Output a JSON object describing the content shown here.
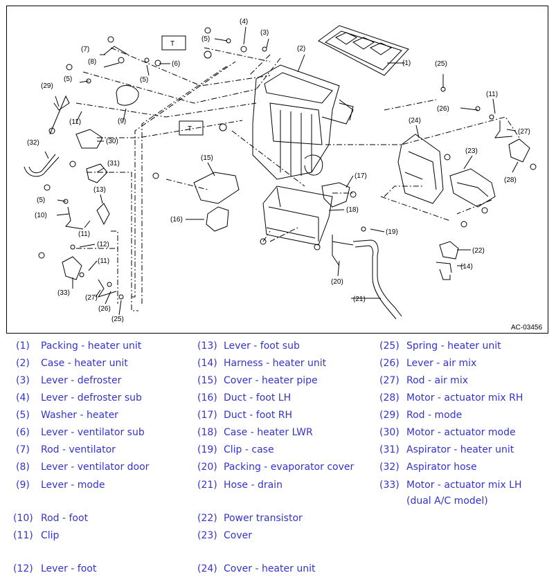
{
  "diagram": {
    "image_code": "AC-03456",
    "torque_tags": [
      "T",
      "T"
    ],
    "callouts": [
      {
        "id": "1",
        "text": "(1)"
      },
      {
        "id": "2",
        "text": "(2)"
      },
      {
        "id": "3",
        "text": "(3)"
      },
      {
        "id": "4",
        "text": "(4)"
      },
      {
        "id": "5a",
        "text": "(5)"
      },
      {
        "id": "5b",
        "text": "(5)"
      },
      {
        "id": "5c",
        "text": "(5)"
      },
      {
        "id": "5d",
        "text": "(5)"
      },
      {
        "id": "6",
        "text": "(6)"
      },
      {
        "id": "7",
        "text": "(7)"
      },
      {
        "id": "8",
        "text": "(8)"
      },
      {
        "id": "9",
        "text": "(9)"
      },
      {
        "id": "10",
        "text": "(10)"
      },
      {
        "id": "11a",
        "text": "(11)"
      },
      {
        "id": "11b",
        "text": "(11)"
      },
      {
        "id": "11c",
        "text": "(11)"
      },
      {
        "id": "11d",
        "text": "(11)"
      },
      {
        "id": "12",
        "text": "(12)"
      },
      {
        "id": "13",
        "text": "(13)"
      },
      {
        "id": "14",
        "text": "(14)"
      },
      {
        "id": "15",
        "text": "(15)"
      },
      {
        "id": "16",
        "text": "(16)"
      },
      {
        "id": "17",
        "text": "(17)"
      },
      {
        "id": "18",
        "text": "(18)"
      },
      {
        "id": "19",
        "text": "(19)"
      },
      {
        "id": "20",
        "text": "(20)"
      },
      {
        "id": "21",
        "text": "(21)"
      },
      {
        "id": "22",
        "text": "(22)"
      },
      {
        "id": "23",
        "text": "(23)"
      },
      {
        "id": "24",
        "text": "(24)"
      },
      {
        "id": "25a",
        "text": "(25)"
      },
      {
        "id": "25b",
        "text": "(25)"
      },
      {
        "id": "26a",
        "text": "(26)"
      },
      {
        "id": "26b",
        "text": "(26)"
      },
      {
        "id": "27a",
        "text": "(27)"
      },
      {
        "id": "27b",
        "text": "(27)"
      },
      {
        "id": "28",
        "text": "(28)"
      },
      {
        "id": "29",
        "text": "(29)"
      },
      {
        "id": "30",
        "text": "(30)"
      },
      {
        "id": "31",
        "text": "(31)"
      },
      {
        "id": "32",
        "text": "(32)"
      },
      {
        "id": "33",
        "text": "(33)"
      }
    ]
  },
  "legend": [
    {
      "num": "(1)",
      "name": "Packing - heater unit"
    },
    {
      "num": "(2)",
      "name": "Case - heater unit"
    },
    {
      "num": "(3)",
      "name": "Lever - defroster"
    },
    {
      "num": "(4)",
      "name": "Lever - defroster sub"
    },
    {
      "num": "(5)",
      "name": "Washer - heater"
    },
    {
      "num": "(6)",
      "name": "Lever - ventilator sub"
    },
    {
      "num": "(7)",
      "name": "Rod - ventilator"
    },
    {
      "num": "(8)",
      "name": "Lever - ventilator door"
    },
    {
      "num": "(9)",
      "name": "Lever - mode"
    },
    {
      "num": "(10)",
      "name": "Rod - foot"
    },
    {
      "num": "(11)",
      "name": "Clip"
    },
    {
      "num": "(12)",
      "name": "Lever - foot"
    },
    {
      "num": "(13)",
      "name": "Lever - foot sub"
    },
    {
      "num": "(14)",
      "name": "Harness - heater unit"
    },
    {
      "num": "(15)",
      "name": "Cover - heater pipe"
    },
    {
      "num": "(16)",
      "name": "Duct - foot LH"
    },
    {
      "num": "(17)",
      "name": "Duct - foot RH"
    },
    {
      "num": "(18)",
      "name": "Case - heater LWR"
    },
    {
      "num": "(19)",
      "name": "Clip - case"
    },
    {
      "num": "(20)",
      "name": "Packing - evaporator cover"
    },
    {
      "num": "(21)",
      "name": "Hose - drain"
    },
    {
      "num": "(22)",
      "name": "Power transistor"
    },
    {
      "num": "(23)",
      "name": "Cover"
    },
    {
      "num": "(24)",
      "name": "Cover - heater unit"
    },
    {
      "num": "(25)",
      "name": "Spring - heater unit"
    },
    {
      "num": "(26)",
      "name": "Lever - air mix"
    },
    {
      "num": "(27)",
      "name": "Rod - air mix"
    },
    {
      "num": "(28)",
      "name": "Motor - actuator mix RH"
    },
    {
      "num": "(29)",
      "name": "Rod - mode"
    },
    {
      "num": "(30)",
      "name": "Motor - actuator mode"
    },
    {
      "num": "(31)",
      "name": "Aspirator - heater unit"
    },
    {
      "num": "(32)",
      "name": "Aspirator hose"
    },
    {
      "num": "(33)",
      "name": "Motor - actuator mix LH (dual A/C model)"
    }
  ],
  "colors": {
    "legend_text": "#3333cc",
    "line_art": "#000000"
  }
}
